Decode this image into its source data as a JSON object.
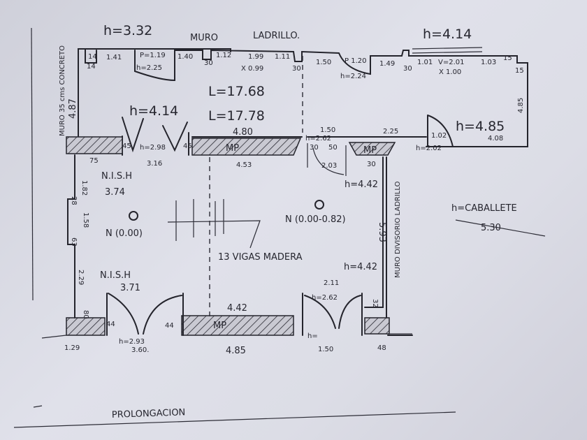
{
  "plan": {
    "title_height": "h=3.32",
    "wall_label_1": "MURO",
    "wall_label_2": "LADRILLO.",
    "height_top_right": "h=4.14",
    "side_note": "MURO 35 cms CONCRETO",
    "side_dim": "4.87",
    "length_1": "L=17.68",
    "length_2": "L=17.78",
    "height_left": "h=4.14",
    "height_right_room": "h=4.85",
    "top_dims": [
      "14",
      "1.41",
      "14",
      "P=1.19",
      "h=2.25",
      "1.40",
      "30",
      "1.12",
      "1.99",
      "X 0.99",
      "1.11",
      "30",
      "1.50",
      "P 1.20",
      "h=2.24",
      "1.49",
      "30",
      "1.01",
      "V=2.01",
      "X 1.00",
      "1.03",
      "15",
      "15"
    ],
    "right_wall_dim": "4.85",
    "mid_dims": [
      "4.80",
      "1.50",
      "h=2.62",
      "2.25",
      "1.02",
      "h=2.02",
      "4.08",
      "45",
      "h=2.98",
      "45",
      "75",
      "3.16",
      "4.53",
      "30",
      "50",
      "2.03",
      "30"
    ],
    "mp_labels": [
      "MP",
      "MP",
      "MP"
    ],
    "room_left_upper": {
      "name": "N.I.S.H",
      "value": "3.74"
    },
    "room_left_lower": {
      "name": "N.I.S.H",
      "value": "3.71"
    },
    "left_wall_dims": [
      "1.82",
      "28",
      "1.58",
      "63",
      "2.29",
      "80"
    ],
    "level_left": "N (0.00)",
    "level_right": "N (0.00-0.82)",
    "height_mid_1": "h=4.42",
    "height_mid_2": "h=4.42",
    "beams_note": "13 VIGAS MADERA",
    "partition_note": "MURO DIVISORIO LADRILLO",
    "partition_dim": "5.93",
    "lower_dims": [
      "2.11",
      "h=2.62",
      "32",
      "44",
      "44",
      "4.42",
      "h=2.93",
      "3.60.",
      "h=",
      "1.29",
      "4.85",
      "1.50",
      "48"
    ],
    "ridge_height_label": "h=CABALLETE",
    "ridge_height_value": "5.30",
    "footer": "PROLONGACION"
  }
}
